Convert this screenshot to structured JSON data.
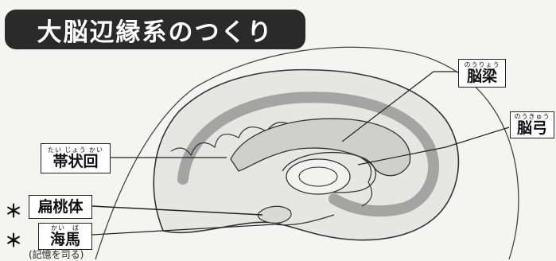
{
  "title": "大脳辺縁系のつくり",
  "labels": {
    "nouryou": {
      "ruby": "のうりょう",
      "text": "脳梁"
    },
    "noukyuu": {
      "ruby": "のうきゅう",
      "text": "脳弓"
    },
    "taijoukai": {
      "ruby": "たい じょう かい",
      "text": "帯状回"
    },
    "hentoutai": {
      "text": "扁桃体",
      "marker": "＊"
    },
    "kaiba": {
      "ruby": "かい　ば",
      "text": "海馬",
      "marker": "＊",
      "note": "(記憶を司る)"
    }
  },
  "colors": {
    "banner": "#2a2a2a",
    "line": "#222222",
    "background": "#f4f4f2"
  }
}
